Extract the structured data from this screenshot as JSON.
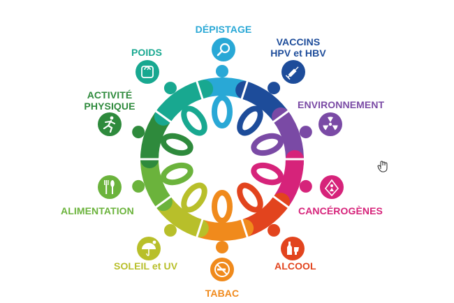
{
  "labels": {
    "depistage": "DÉPISTAGE",
    "vaccins_line1": "VACCINS",
    "vaccins_line2": "HPV et HBV",
    "environnement": "ENVIRONNEMENT",
    "cancerogenes": "CANCÉROGÈNES",
    "alcool": "ALCOOL",
    "tabac": "TABAC",
    "soleil": "SOLEIL et UV",
    "alimentation": "ALIMENTATION",
    "activite_line1": "ACTIVITÉ",
    "activite_line2": "PHYSIQUE",
    "poids": "POIDS"
  },
  "colors": {
    "depistage": "#29a8d6",
    "vaccins": "#1d4c9a",
    "environnement": "#7a4aa5",
    "cancerogenes": "#d6237a",
    "alcool": "#e2441e",
    "tabac": "#f08a1c",
    "soleil": "#b8bf2a",
    "alimentation": "#6bb33c",
    "activite": "#2e8a3c",
    "poids": "#18a890"
  },
  "icons": {
    "depistage": "magnifier-icon",
    "vaccins": "syringe-icon",
    "environnement": "radiation-icon",
    "cancerogenes": "hazard-person-icon",
    "alcool": "bottle-glass-icon",
    "tabac": "no-smoking-icon",
    "soleil": "umbrella-sun-icon",
    "alimentation": "cutlery-icon",
    "activite": "running-person-icon",
    "poids": "scale-icon"
  }
}
